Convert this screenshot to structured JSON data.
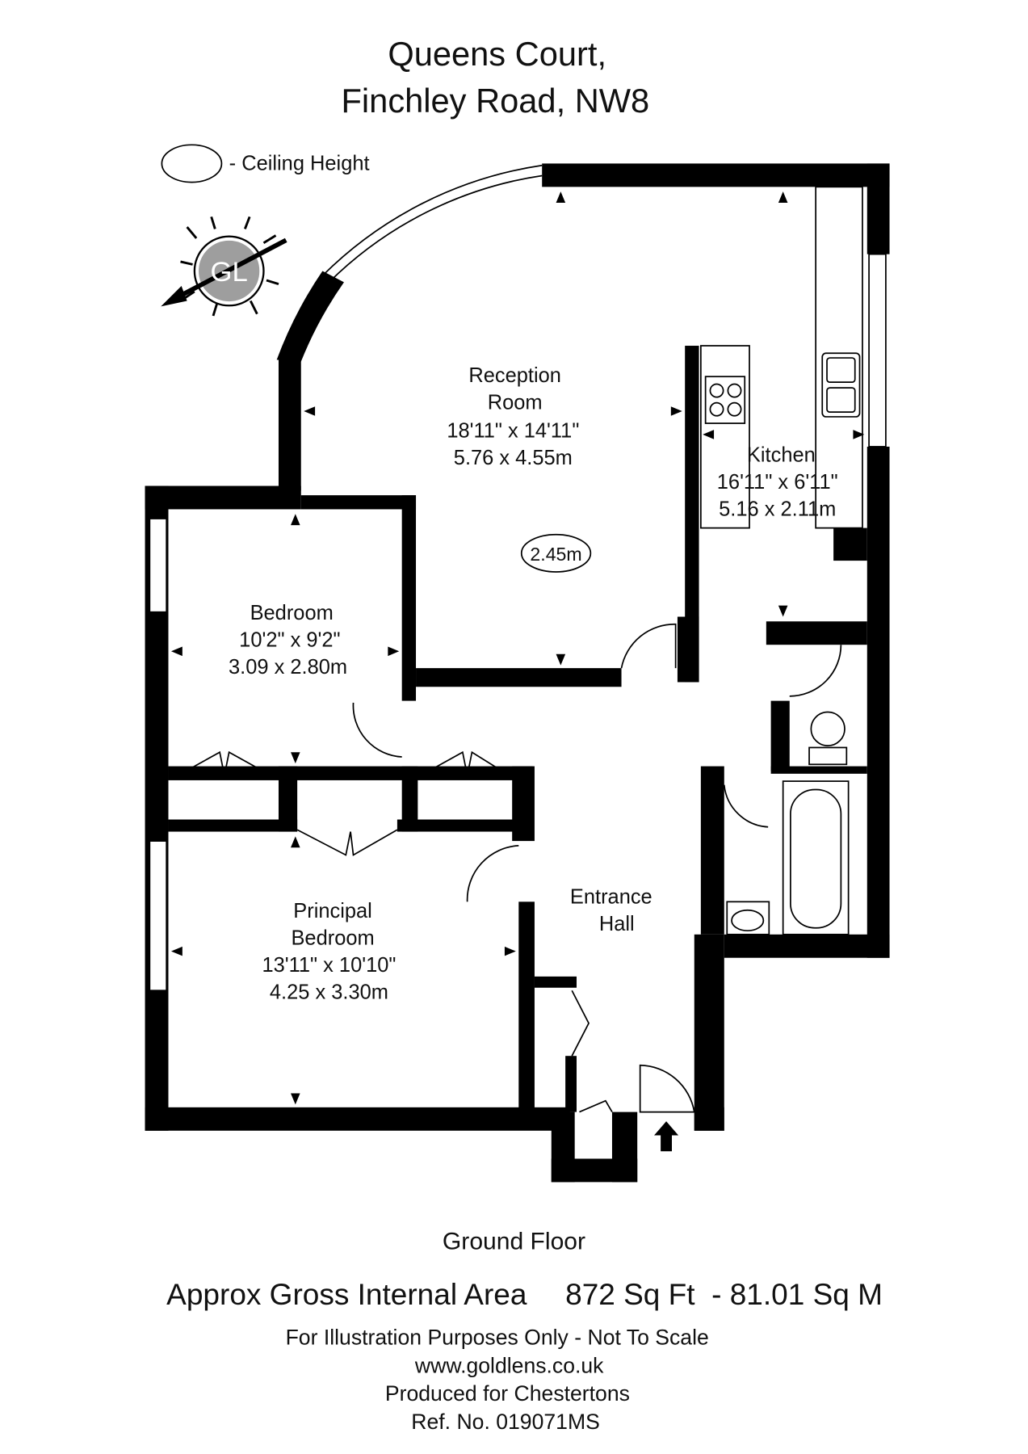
{
  "title": {
    "line1": "Queens Court,",
    "line2": "Finchley Road, NW8"
  },
  "legend": {
    "ceiling_label": "- Ceiling Height"
  },
  "logo": {
    "text": "GL",
    "color": "#9e9e9e"
  },
  "rooms": {
    "reception": {
      "name1": "Reception",
      "name2": "Room",
      "imperial": "18'11\" x 14'11\"",
      "metric": "5.76 x 4.55m",
      "ceiling": "2.45m"
    },
    "kitchen": {
      "name": "Kitchen",
      "imperial": "16'11\" x 6'11\"",
      "metric": "5.16 x 2.11m"
    },
    "bedroom": {
      "name": "Bedroom",
      "imperial": "10'2\" x 9'2\"",
      "metric": "3.09 x 2.80m"
    },
    "principal": {
      "name1": "Principal",
      "name2": "Bedroom",
      "imperial": "13'11\" x 10'10\"",
      "metric": "4.25 x 3.30m"
    },
    "hall": {
      "name1": "Entrance",
      "name2": "Hall"
    }
  },
  "footer": {
    "floor": "Ground Floor",
    "area_label": "Approx Gross Internal Area",
    "area_value": "872 Sq Ft  - 81.01 Sq M",
    "disclaimer": "For Illustration Purposes Only - Not To Scale",
    "website": "www.goldlens.co.uk",
    "produced_for": "Produced for Chestertons",
    "ref": "Ref. No. 019071MS"
  }
}
